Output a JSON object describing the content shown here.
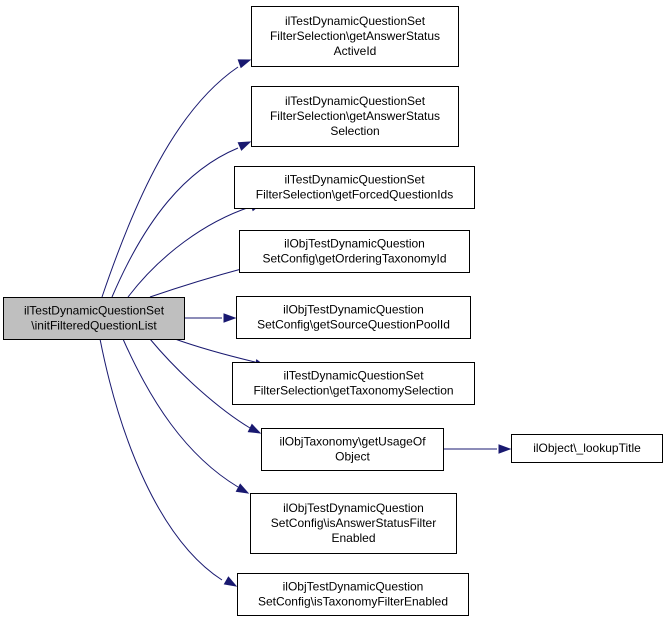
{
  "colors": {
    "edge": "#191970",
    "root_fill": "#bfbfbf",
    "node_fill": "#ffffff",
    "border": "#000000"
  },
  "nodes": [
    {
      "id": "root",
      "lines": [
        "ilTestDynamicQuestionSet",
        "\\initFilteredQuestionList"
      ],
      "highlighted": true
    },
    {
      "id": "n1",
      "lines": [
        "ilTestDynamicQuestionSet",
        "FilterSelection\\getAnswerStatus",
        "ActiveId"
      ]
    },
    {
      "id": "n2",
      "lines": [
        "ilTestDynamicQuestionSet",
        "FilterSelection\\getAnswerStatus",
        "Selection"
      ]
    },
    {
      "id": "n3",
      "lines": [
        "ilTestDynamicQuestionSet",
        "FilterSelection\\getForcedQuestionIds"
      ]
    },
    {
      "id": "n4",
      "lines": [
        "ilObjTestDynamicQuestion",
        "SetConfig\\getOrderingTaxonomyId"
      ]
    },
    {
      "id": "n5",
      "lines": [
        "ilObjTestDynamicQuestion",
        "SetConfig\\getSourceQuestionPoolId"
      ]
    },
    {
      "id": "n6",
      "lines": [
        "ilTestDynamicQuestionSet",
        "FilterSelection\\getTaxonomySelection"
      ]
    },
    {
      "id": "n7",
      "lines": [
        "ilObjTaxonomy\\getUsageOf",
        "Object"
      ]
    },
    {
      "id": "n8",
      "lines": [
        "ilObjTestDynamicQuestion",
        "SetConfig\\isAnswerStatusFilter",
        "Enabled"
      ]
    },
    {
      "id": "n9",
      "lines": [
        "ilObjTestDynamicQuestion",
        "SetConfig\\isTaxonomyFilterEnabled"
      ]
    },
    {
      "id": "n10",
      "lines": [
        "ilObject\\_lookupTitle"
      ]
    }
  ],
  "edges": [
    {
      "from": "root",
      "to": "n1"
    },
    {
      "from": "root",
      "to": "n2"
    },
    {
      "from": "root",
      "to": "n3"
    },
    {
      "from": "root",
      "to": "n4"
    },
    {
      "from": "root",
      "to": "n5"
    },
    {
      "from": "root",
      "to": "n6"
    },
    {
      "from": "root",
      "to": "n7"
    },
    {
      "from": "root",
      "to": "n8"
    },
    {
      "from": "root",
      "to": "n9"
    },
    {
      "from": "n7",
      "to": "n10"
    }
  ]
}
